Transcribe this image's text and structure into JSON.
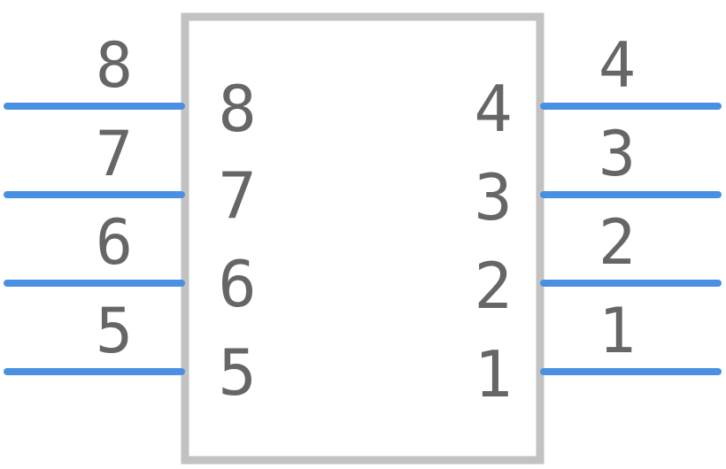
{
  "colors": {
    "pin_line": "#4A90E2",
    "body_outline": "#C2C2C2",
    "text": "#666666",
    "background": "#FFFFFF"
  },
  "component": {
    "left_pins": [
      {
        "number": "8",
        "name": "8"
      },
      {
        "number": "7",
        "name": "7"
      },
      {
        "number": "6",
        "name": "6"
      },
      {
        "number": "5",
        "name": "5"
      }
    ],
    "right_pins": [
      {
        "number": "4",
        "name": "4"
      },
      {
        "number": "3",
        "name": "3"
      },
      {
        "number": "2",
        "name": "2"
      },
      {
        "number": "1",
        "name": "1"
      }
    ]
  }
}
